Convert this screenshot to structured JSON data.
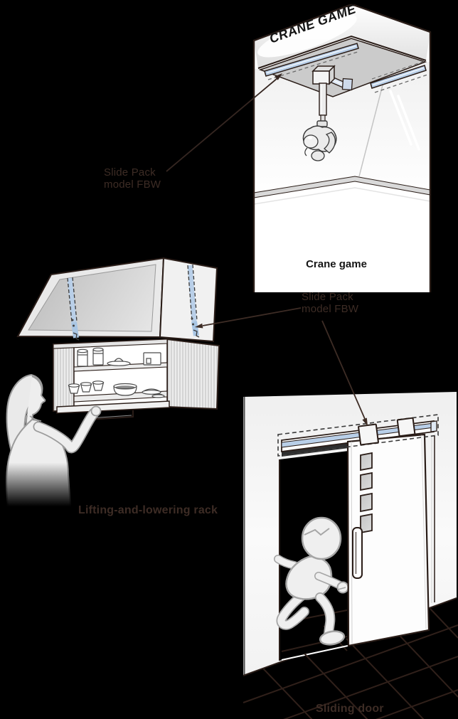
{
  "background": "#000000",
  "colors": {
    "outline_ink": "#2a1d18",
    "annotation_ink": "#3d2c25",
    "rail_blue": "#b9cfe8"
  },
  "labels": {
    "slide_pack": "Slide Pack model FBW"
  },
  "scenes": {
    "crane_game": {
      "sign_text": "CRANE GAME",
      "caption": "Crane game"
    },
    "lifting_rack": {
      "caption": "Lifting-and-lowering rack"
    },
    "sliding_door": {
      "caption": "Sliding door"
    }
  }
}
